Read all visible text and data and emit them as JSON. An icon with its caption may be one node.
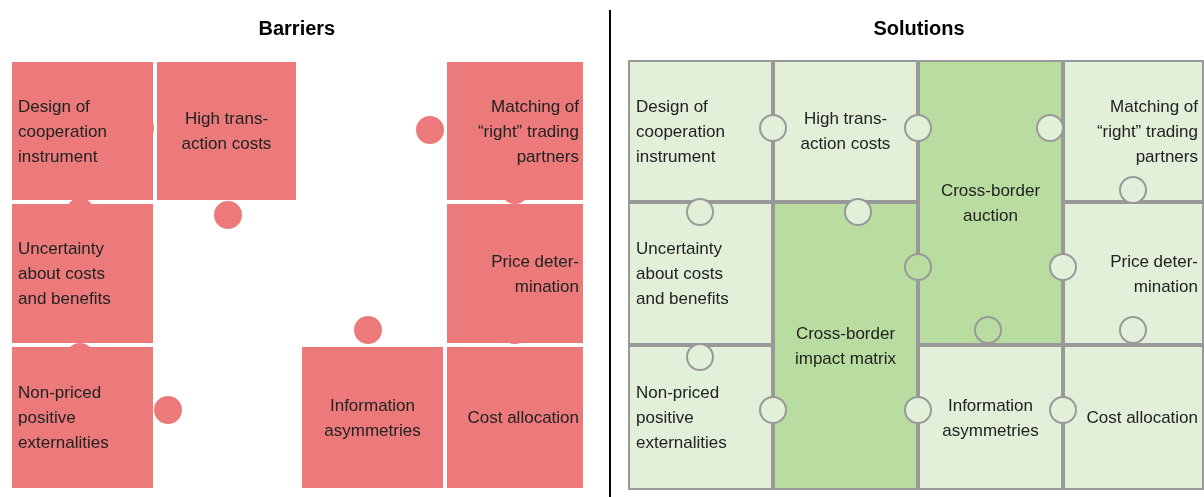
{
  "diagram": {
    "nodes": [
      {
        "text": [
          "Design of cooperation instrument"
        ]
      },
      {
        "text": [
          "High trans- action costs"
        ]
      },
      {
        "text": [
          "Matching of “right” trading partners"
        ]
      },
      {
        "text": [
          "Uncertainty about costs and benefits"
        ]
      },
      {
        "text": [
          "Price deter- mination"
        ]
      },
      {
        "text": [
          "Non-priced positive externalities"
        ]
      },
      {
        "text": [
          "Information asymmetries"
        ]
      },
      {
        "text": [
          "Cost allocation"
        ]
      },
      {
        "text": [
          "Design of cooperation instrument"
        ]
      },
      {
        "text": [
          "High trans- action costs"
        ]
      },
      {
        "text": [
          "Cross-border auction"
        ]
      },
      {
        "text": [
          "Matching of “right” trading partners"
        ]
      },
      {
        "text": [
          "Uncertainty about costs and benefits"
        ]
      },
      {
        "text": [
          "Cross-border impact matrix"
        ]
      },
      {
        "text": [
          "Price deter- mination"
        ]
      },
      {
        "text": [
          "Non-priced positive externalities"
        ]
      },
      {
        "text": [
          "Information asymmetries"
        ]
      },
      {
        "text": [
          "Cost allocation"
        ]
      }
    ],
    "edges": [],
    "labels": [
      "Barriers",
      "Solutions"
    ]
  }
}
